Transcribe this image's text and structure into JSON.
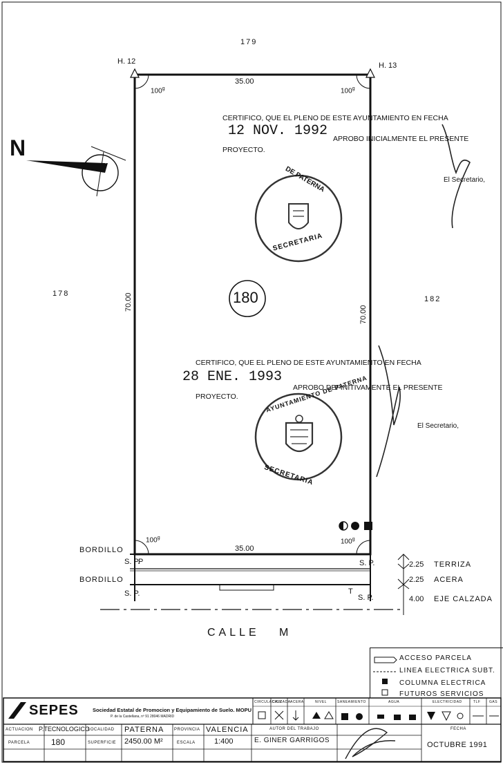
{
  "plot": {
    "top_neighbor": "179",
    "left_neighbor": "178",
    "right_neighbor": "182",
    "parcel_number": "180",
    "corner_left_top": "H. 12",
    "corner_right_top": "H. 13",
    "top_width": "35.00",
    "bottom_width": "35.00",
    "left_length": "70.00",
    "right_length": "70.00",
    "angle": "100",
    "angle_unit": "g",
    "north": "N"
  },
  "stamp_1": {
    "line1": "CERTIFICO, QUE EL PLENO DE ESTE AYUNTAMIENTO EN FECHA",
    "date": "12 NOV. 1992",
    "line2": "APROBO INICIALMENTE EL PRESENTE",
    "line3": "PROYECTO.",
    "signer": "El Secretario,",
    "seal_top": "DE PATERNA",
    "seal_bottom": "SECRETARIA"
  },
  "stamp_2": {
    "line1": "CERTIFICO, QUE EL PLENO DE ESTE AYUNTAMIENTO EN FECHA",
    "date": "28 ENE. 1993",
    "line2": "APROBO DEFINITIVAMENTE EL PRESENTE",
    "line3": "PROYECTO.",
    "signer": "El Secretario,",
    "seal_top": "AYUNTAMIENTO DE PATERNA",
    "seal_bottom": "SECRETARIA"
  },
  "street": {
    "bordillo_1": "BORDILLO",
    "bordillo_2": "BORDILLO",
    "sp": "S. P.",
    "p": "P",
    "t": "T",
    "dim_1": "2.25",
    "dim_2": "2.25",
    "dim_3": "4.00",
    "label_1": "TERRIZA",
    "label_2": "ACERA",
    "label_3": "EJE CALZADA",
    "name": "CALLE   M"
  },
  "legend": {
    "items": [
      "ACCESO PARCELA",
      "LINEA ELECTRICA SUBT.",
      "COLUMNA ELECTRICA",
      "FUTUROS SERVICIOS"
    ]
  },
  "title_block": {
    "logo": "SEPES",
    "org": "Sociedad Estatal de Promocion y Equipamiento de Suelo. MOPU",
    "org_address": "P. de la Castellana, nº 91  28046 MADRID",
    "lbl_actuacion": "ACTUACION",
    "actuacion": "P.TECNOLOGICO",
    "lbl_parcela": "PARCELA",
    "parcela": "180",
    "lbl_localidad": "LOCALIDAD",
    "localidad": "PATERNA",
    "lbl_superficie": "SUPERFICIE",
    "superficie": "2450.00 M²",
    "lbl_provincia": "PROVINCIA",
    "provincia": "VALENCIA",
    "lbl_escala": "ESCALA",
    "escala": "1:400",
    "lbl_autor": "AUTOR DEL TRABAJO",
    "autor": "E. GINER GARRIGOS",
    "lbl_fecha": "FECHA",
    "fecha": "OCTUBRE 1991",
    "services": [
      "CIRCULACION",
      "CALZADA",
      "ACERA",
      "NIVEL",
      "SANEAMIENTO",
      "AGUA",
      "ELECTRICIDAD",
      "TLF",
      "GAS"
    ]
  }
}
